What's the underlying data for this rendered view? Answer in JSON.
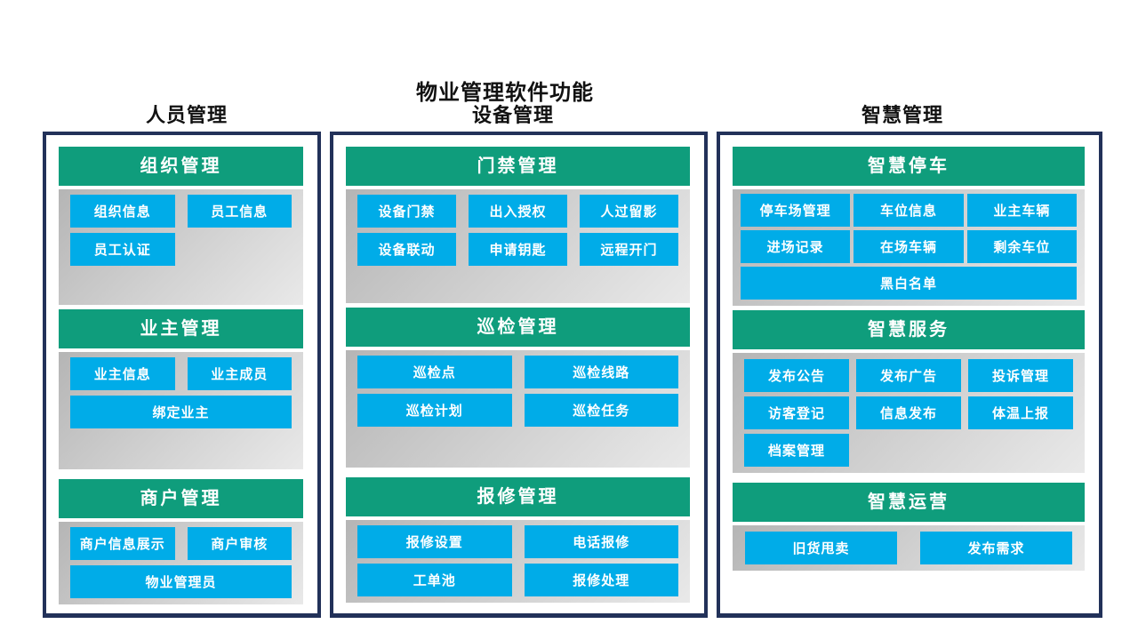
{
  "title": "物业管理软件功能",
  "colors": {
    "section_header_bg": "#0f9d7c",
    "feature_bg": "#00ace8",
    "box_border": "#223159",
    "panel_gray_start": "#b5b5b5",
    "panel_gray_end": "#e9e9e9",
    "text_on_color": "#ffffff",
    "title_text": "#111111"
  },
  "columns": [
    {
      "header": "人员管理",
      "sections": [
        {
          "title": "组织管理",
          "cols": 2,
          "layout": "normal",
          "rows": [
            [
              "组织信息",
              "员工信息"
            ],
            [
              "员工认证"
            ]
          ]
        },
        {
          "title": "业主管理",
          "cols": 2,
          "layout": "normal",
          "rows": [
            [
              "业主信息",
              "业主成员"
            ],
            [
              {
                "label": "绑定业主",
                "span": 2
              }
            ]
          ]
        },
        {
          "title": "商户管理",
          "cols": 2,
          "layout": "normal",
          "rows": [
            [
              "商户信息展示",
              "商户审核"
            ],
            [
              {
                "label": "物业管理员",
                "span": 2
              }
            ]
          ]
        }
      ]
    },
    {
      "header": "设备管理",
      "sections": [
        {
          "title": "门禁管理",
          "cols": 3,
          "layout": "normal",
          "rows": [
            [
              "设备门禁",
              "出入授权",
              "人过留影"
            ],
            [
              "设备联动",
              "申请钥匙",
              "远程开门"
            ]
          ]
        },
        {
          "title": "巡检管理",
          "cols": 2,
          "layout": "normal",
          "rows": [
            [
              "巡检点",
              "巡检线路"
            ],
            [
              "巡检计划",
              "巡检任务"
            ]
          ]
        },
        {
          "title": "报修管理",
          "cols": 2,
          "layout": "normal",
          "rows": [
            [
              "报修设置",
              "电话报修"
            ],
            [
              "工单池",
              "报修处理"
            ]
          ]
        }
      ]
    },
    {
      "header": "智慧管理",
      "sections": [
        {
          "title": "智慧停车",
          "cols": 3,
          "layout": "tight",
          "rows": [
            [
              "停车场管理",
              "车位信息",
              "业主车辆"
            ],
            [
              "进场记录",
              "在场车辆",
              "剩余车位"
            ],
            [
              {
                "label": "黑白名单",
                "span": 3
              }
            ]
          ]
        },
        {
          "title": "智慧服务",
          "cols": 3,
          "layout": "gap-sm",
          "rows": [
            [
              "发布公告",
              "发布广告",
              "投诉管理"
            ],
            [
              "访客登记",
              "信息发布",
              "体温上报"
            ],
            [
              "档案管理"
            ]
          ]
        },
        {
          "title": "智慧运营",
          "cols": 2,
          "layout": "wide-gap",
          "rows": [
            [
              "旧货甩卖",
              "发布需求"
            ]
          ]
        }
      ]
    }
  ]
}
